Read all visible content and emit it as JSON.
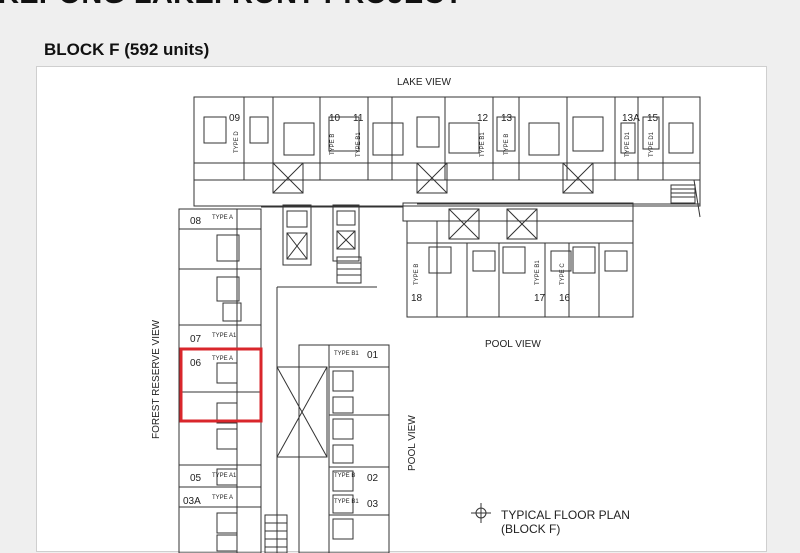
{
  "header": {
    "project_title": "KEPONG LAKEFRONT PROJECT",
    "block_title": "BLOCK F (592 units)"
  },
  "plan": {
    "views": {
      "lake": "LAKE VIEW",
      "pool_top": "POOL VIEW",
      "pool_side": "POOL VIEW",
      "forest": "FOREST RESERVE VIEW"
    },
    "caption": {
      "line1": "TYPICAL FLOOR PLAN",
      "line2": "(BLOCK  F)"
    },
    "top_units": {
      "u09": "09",
      "u10": "10",
      "u11": "11",
      "u12": "12",
      "u13": "13",
      "u13a": "13A",
      "u15": "15"
    },
    "top_types": {
      "t09": "TYPE D",
      "t10": "TYPE B",
      "t11": "TYPE B1",
      "t12": "TYPE B1",
      "t13": "TYPE B",
      "t13a": "TYPE D1",
      "t15": "TYPE D1"
    },
    "mid_units": {
      "u18": "18",
      "u17": "17",
      "u16": "16"
    },
    "mid_types": {
      "t18": "TYPE B",
      "t17": "TYPE B1",
      "t16": "TYPE C"
    },
    "left_units": [
      {
        "num": "08",
        "type": "TYPE A"
      },
      {
        "num": "07",
        "type": "TYPE A1"
      },
      {
        "num": "06",
        "type": "TYPE A"
      },
      {
        "num": "05",
        "type": "TYPE A1"
      },
      {
        "num": "03A",
        "type": "TYPE A"
      }
    ],
    "right_units": [
      {
        "num": "01",
        "type": "TYPE B1"
      },
      {
        "num": "02",
        "type": "TYPE B"
      },
      {
        "num": "03",
        "type": "TYPE B1"
      }
    ],
    "highlight_color": "#d9262b"
  }
}
